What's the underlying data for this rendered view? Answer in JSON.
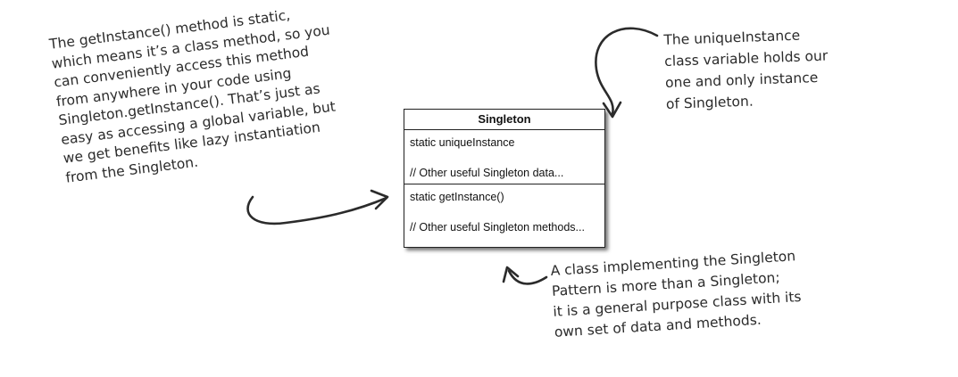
{
  "uml_class": {
    "name": "Singleton",
    "attributes": [
      "static uniqueInstance",
      "// Other useful Singleton data..."
    ],
    "methods": [
      "static getInstance()",
      "// Other useful Singleton methods..."
    ]
  },
  "annotations": {
    "left": {
      "lines": [
        "The getInstance() method is static,",
        "which means it’s a class method, so you",
        "can conveniently access this method",
        "from anywhere in your code using",
        "Singleton.getInstance().  That’s just as",
        "easy as accessing a global variable, but",
        "we get benefits like lazy instantiation",
        "from the Singleton."
      ]
    },
    "top_right": {
      "lines": [
        "The uniqueInstance",
        "class variable holds our",
        "one and only instance",
        "of Singleton."
      ]
    },
    "bottom_right": {
      "lines": [
        "A class implementing the Singleton",
        "Pattern is more than a Singleton;",
        "it is a general purpose class with its",
        "own set of data and methods."
      ]
    }
  },
  "colors": {
    "ink": "#2b2b2b",
    "border": "#222222"
  }
}
